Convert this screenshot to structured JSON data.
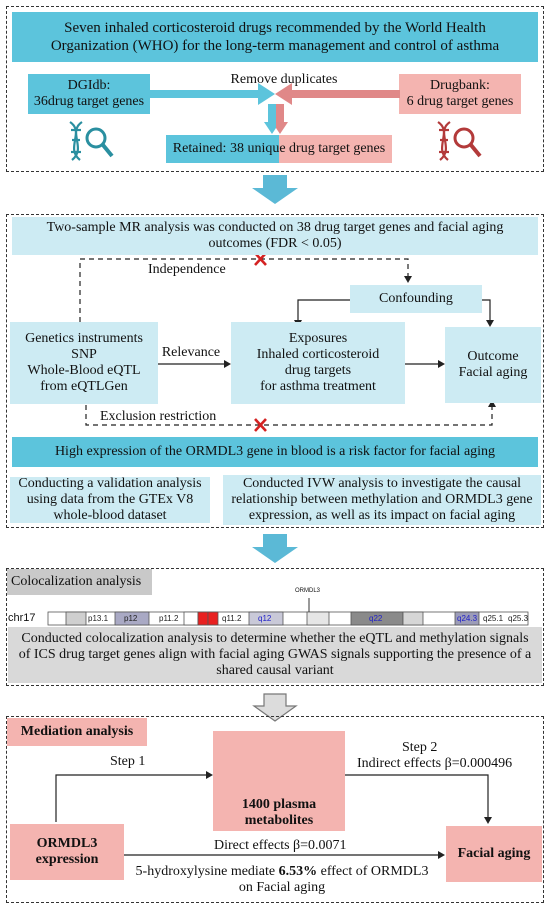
{
  "section1": {
    "title": "Seven inhaled corticosteroid drugs recommended by the World Health Organization (WHO) for the long-term management and control of asthma",
    "dgidb_line1": "DGIdb:",
    "dgidb_line2": "36drug target genes",
    "remove_duplicates": "Remove duplicates",
    "drugbank_line1": "Drugbank:",
    "drugbank_line2": "6 drug target genes",
    "retained": "Retained: 38 unique drug target genes"
  },
  "section2": {
    "title": "Two-sample MR analysis was conducted on 38 drug target genes and facial aging outcomes (FDR < 0.05)",
    "independence": "Independence",
    "confounding": "Confounding",
    "genetics_lines": [
      "Genetics instruments",
      "SNP",
      "Whole-Blood eQTL",
      "from eQTLGen"
    ],
    "relevance": "Relevance",
    "exposures_lines": [
      "Exposures",
      "Inhaled corticosteroid",
      "drug targets",
      "for asthma treatment"
    ],
    "outcome_lines": [
      "Outcome",
      "Facial aging"
    ],
    "exclusion": "Exclusion restriction",
    "finding": "High expression of the ORMDL3 gene in blood is a risk factor for facial aging",
    "validation": "Conducting a validation analysis using data from the GTEx V8 whole-blood dataset",
    "ivw": "Conducted IVW analysis to investigate the causal relationship between methylation and ORMDL3 gene expression, as well as its impact on facial aging"
  },
  "section3": {
    "title": "Colocalization analysis",
    "gene_label": "ORMDL3",
    "chrom": "chr17",
    "bands": [
      "p13.1",
      "p12",
      "p11.2",
      "q11.2",
      "q12",
      "q22",
      "q24.3",
      "q25.1",
      "q25.3"
    ],
    "description": "Conducted colocalization analysis to determine whether the eQTL and methylation signals of ICS drug target genes align with facial aging GWAS signals supporting the presence of a shared causal variant"
  },
  "section4": {
    "title": "Mediation analysis",
    "metabolites_line1": "1400 plasma",
    "metabolites_line2": "metabolites",
    "step1": "Step 1",
    "step2": "Step 2",
    "indirect": "Indirect effects β=0.000496",
    "ormdl3_line1": "ORMDL3",
    "ormdl3_line2": "expression",
    "direct": "Direct effects  β=0.0071",
    "facial": "Facial aging",
    "mediate_pre": "5-hydroxylysine mediate ",
    "mediate_pct": "6.53%",
    "mediate_post": " effect of ORMDL3",
    "mediate_line2": "on Facial aging"
  },
  "colors": {
    "cyan_header": "#5cc4dc",
    "light_cyan": "#cdebf3",
    "pink": "#f4b4b0",
    "salmon": "#e08888",
    "teal_icon": "#2a8fa0",
    "red_icon": "#b33a3a",
    "arrow_blue": "#5bb9d6",
    "gray": "#c9c9c9"
  }
}
